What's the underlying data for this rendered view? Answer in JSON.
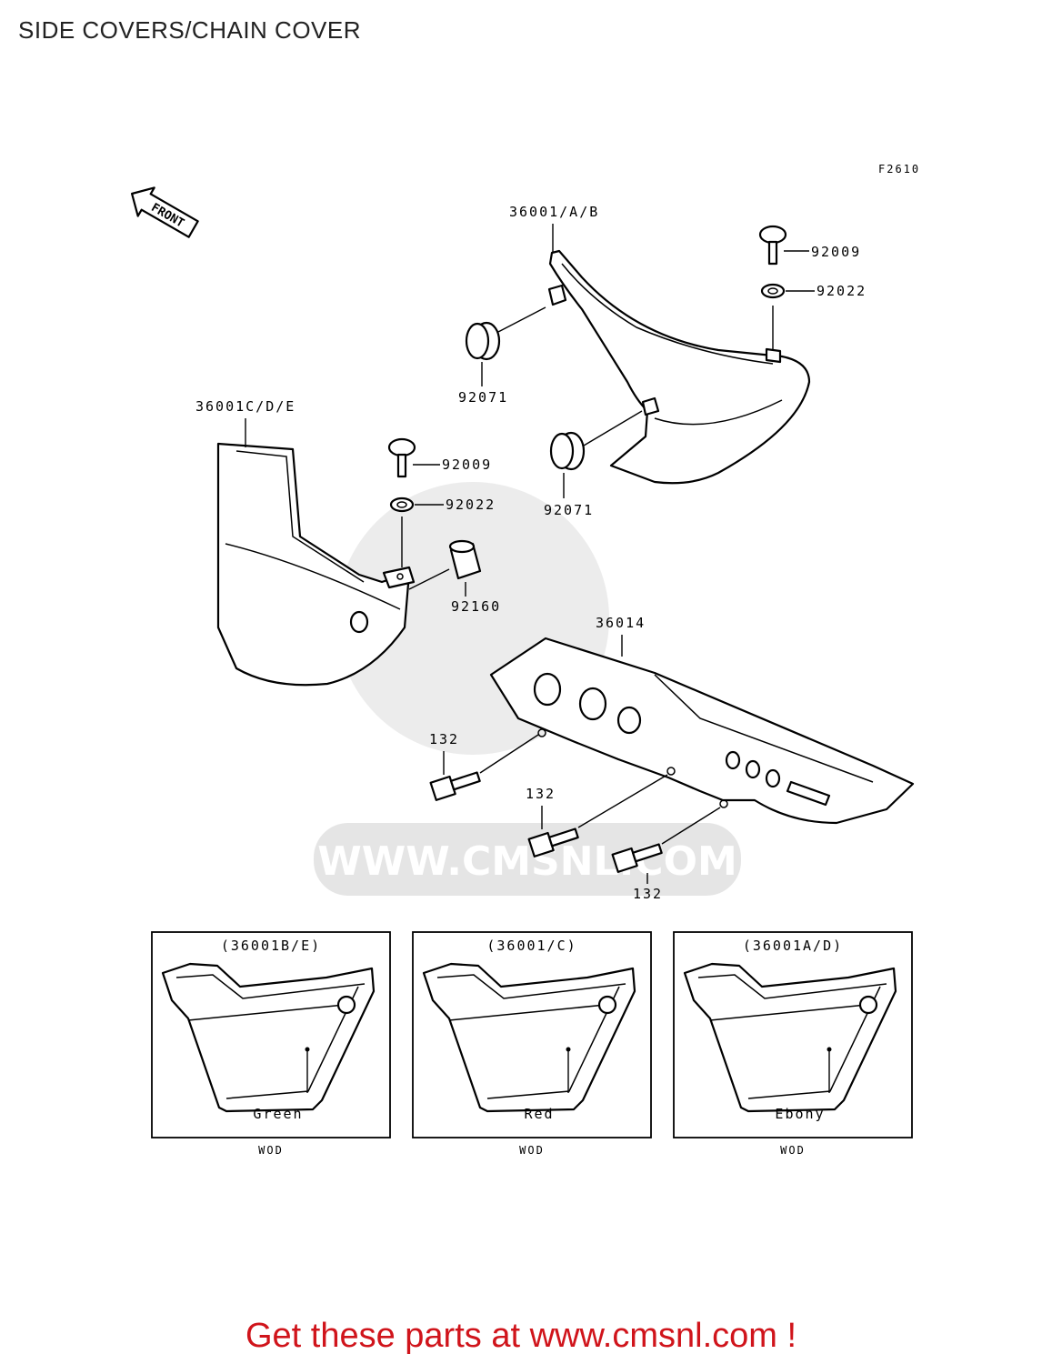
{
  "page": {
    "title": "SIDE COVERS/CHAIN COVER",
    "figure_code": "F2610",
    "front_arrow_label": "FRONT",
    "call_to_action": "Get these parts at www.cmsnl.com !"
  },
  "watermark": {
    "logo_text": "CMS",
    "url_text": "WWW.CMSNL.COM"
  },
  "callouts": {
    "c36001_ab": "36001/A/B",
    "c92009_right": "92009",
    "c92022_right": "92022",
    "c92071_top": "92071",
    "c92071_bottom": "92071",
    "c36001_cde": "36001C/D/E",
    "c92009_left": "92009",
    "c92022_left": "92022",
    "c92160": "92160",
    "c36014": "36014",
    "c132_a": "132",
    "c132_b": "132",
    "c132_c": "132"
  },
  "variants": [
    {
      "code": "(36001B/E)",
      "color": "Green",
      "note": "WOD"
    },
    {
      "code": "(36001/C)",
      "color": "Red",
      "note": "WOD"
    },
    {
      "code": "(36001A/D)",
      "color": "Ebony",
      "note": "WOD"
    }
  ],
  "colors": {
    "cta": "#d0141b",
    "watermark": "#dcdcdc"
  }
}
